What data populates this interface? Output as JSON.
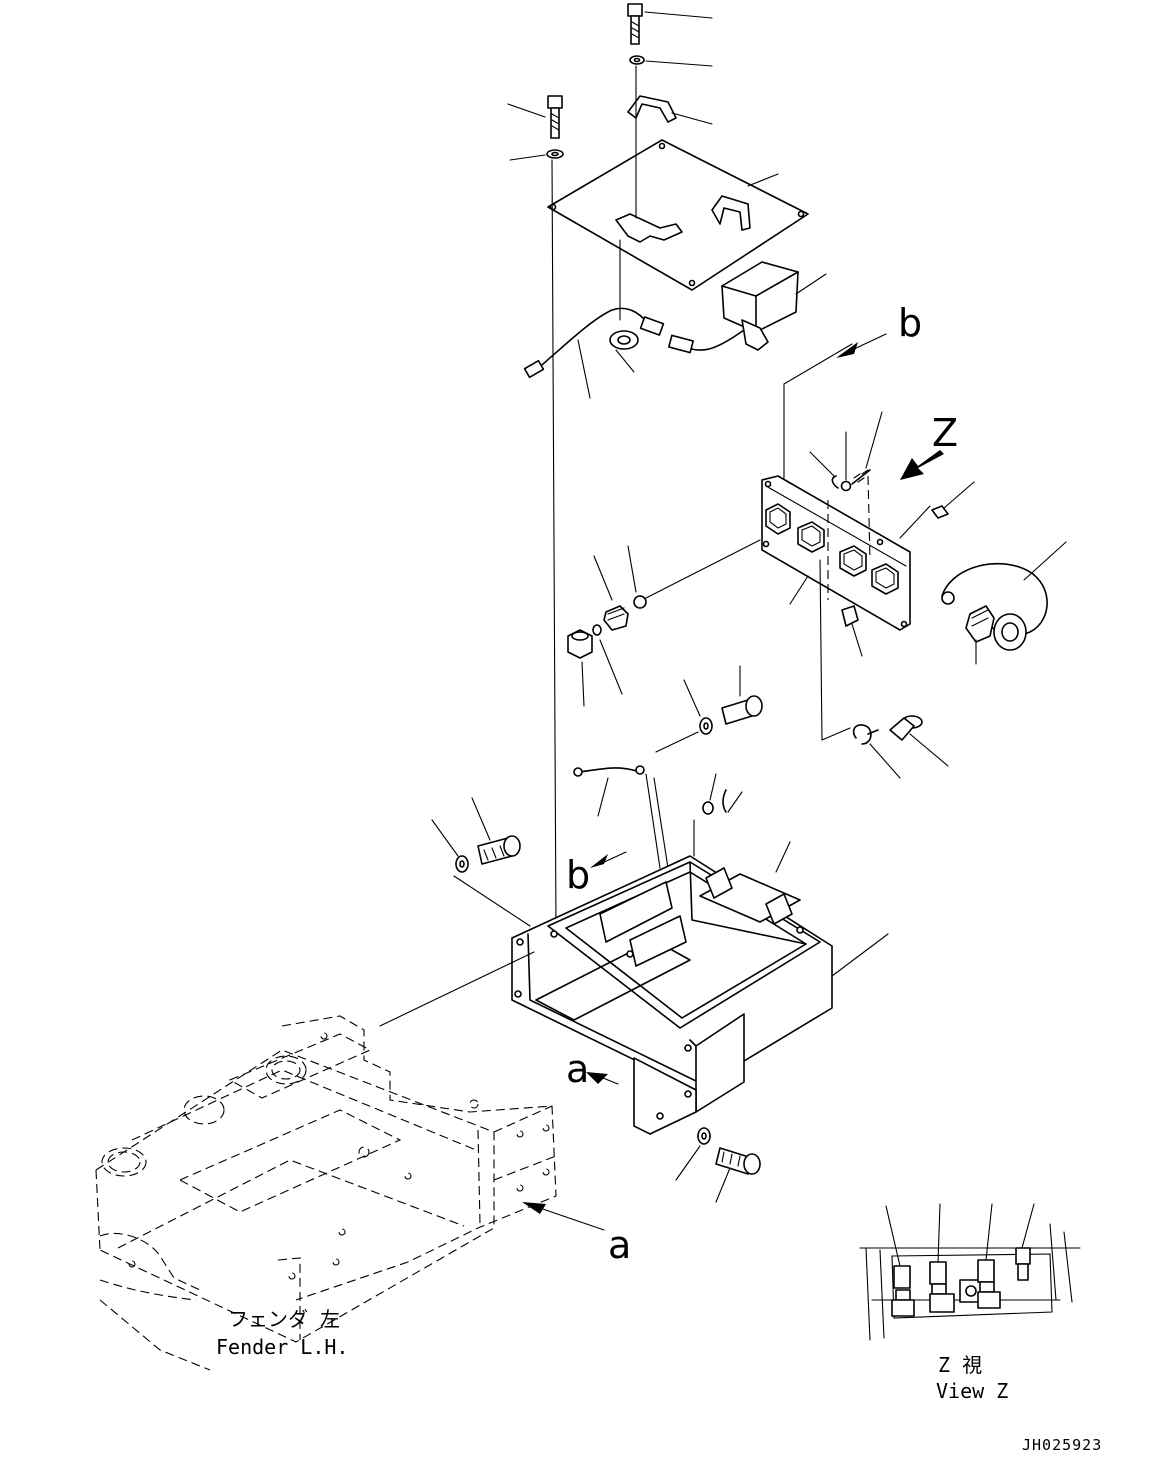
{
  "callouts": {
    "arrow_a_upper": "a",
    "arrow_a_lower": "a",
    "arrow_b_upper": "b",
    "arrow_b_lower": "b",
    "view_arrow": "Z"
  },
  "fender_label": {
    "jp": "フェンダ 左",
    "en": "Fender L.H."
  },
  "view_label": {
    "jp": "Z 視",
    "en": "View Z"
  },
  "drawing_number": "JH025923"
}
